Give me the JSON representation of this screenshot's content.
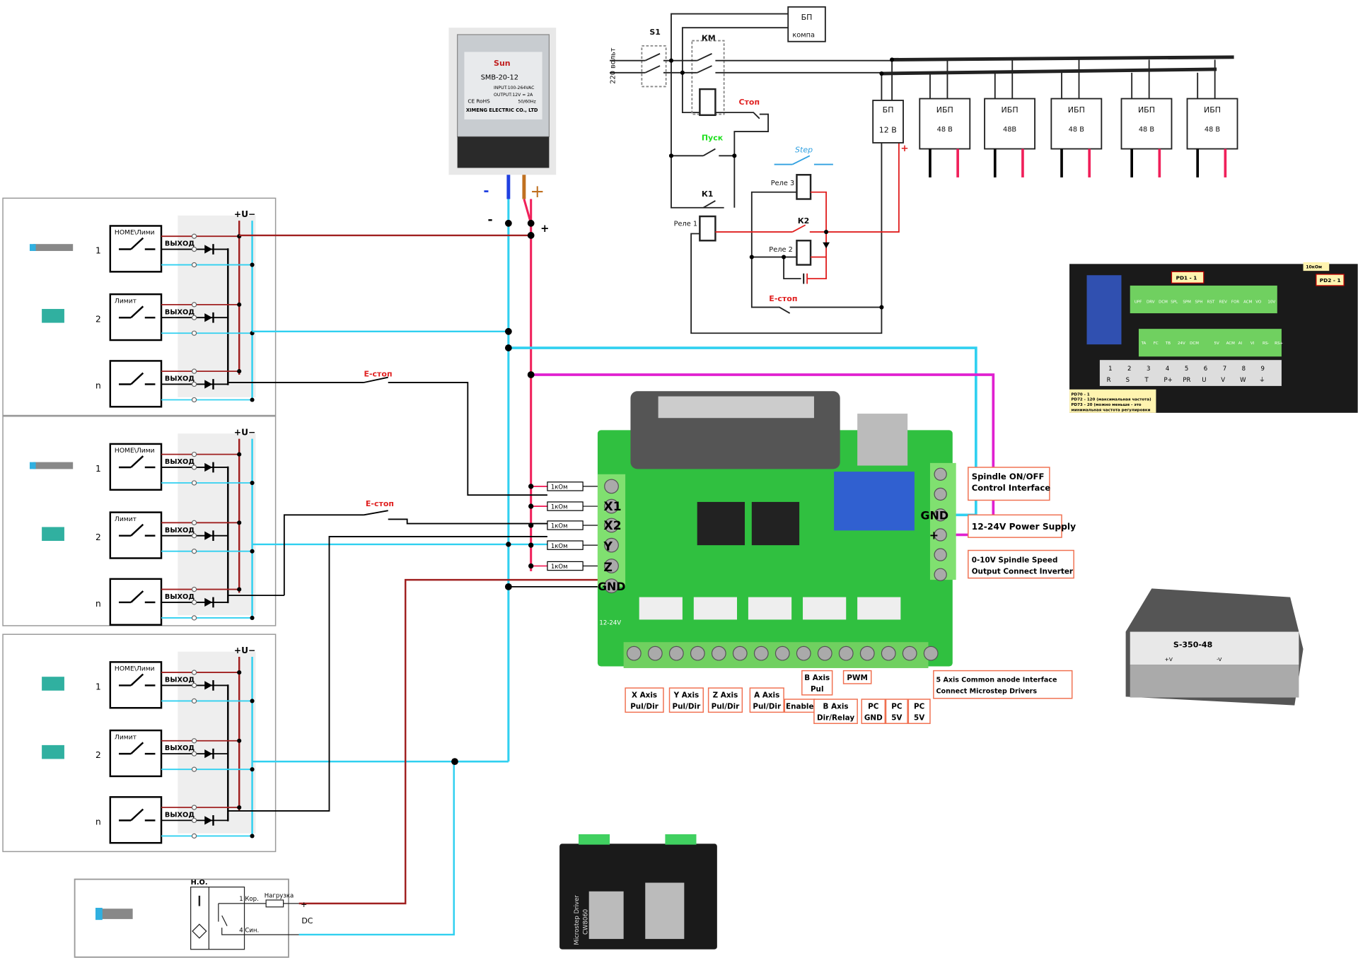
{
  "colors": {
    "red_wire": "#a02020",
    "cyan_wire": "#30d0f0",
    "magenta_wire": "#e020d0",
    "pink_wire": "#f0205a",
    "board_green": "#2fc040",
    "label_border": "#f07050",
    "step_blue": "#30a0e0",
    "start_green": "#20e020",
    "stop_red": "#e02020"
  },
  "sensor_panels": [
    {
      "rows": [
        {
          "num": "1",
          "label": "HOME\\Лими",
          "out": "ВЫХОД"
        },
        {
          "num": "2",
          "label": "Лимит",
          "out": "ВЫХОД"
        },
        {
          "num": "n",
          "label": "",
          "out": "ВЫХОД"
        }
      ],
      "supply": "+U−"
    },
    {
      "rows": [
        {
          "num": "1",
          "label": "HOME\\Лими",
          "out": "ВЫХОД"
        },
        {
          "num": "2",
          "label": "Лимит",
          "out": "ВЫХОД"
        },
        {
          "num": "n",
          "label": "",
          "out": "ВЫХОД"
        }
      ],
      "supply": "+U−"
    },
    {
      "rows": [
        {
          "num": "1",
          "label": "HOME\\Лими",
          "out": "ВЫХОД"
        },
        {
          "num": "2",
          "label": "Лимит",
          "out": "ВЫХОД"
        },
        {
          "num": "n",
          "label": "",
          "out": "ВЫХОД"
        }
      ],
      "supply": "+U−"
    }
  ],
  "estop_labels": [
    "Е-стоп",
    "Е-стоп"
  ],
  "psu12": {
    "brand": "Sun",
    "model": "SMB-20-12",
    "input": "INPUT:100-264VAC",
    "output": "OUTPUT:12V = 2A",
    "freq": "50/60Hz",
    "cert": "CE RoHS",
    "maker": "XIMENG ELECTRIC CO., LTD",
    "minus": "-",
    "plus": "+",
    "node_minus": "-",
    "node_plus": "+"
  },
  "resistors": [
    "1кОм",
    "1кОм",
    "1кОм",
    "1кОм",
    "1кОм"
  ],
  "board": {
    "inputs": [
      "X1",
      "X2",
      "Y",
      "Z",
      "GND"
    ],
    "right_terms": [
      "GND",
      "+"
    ],
    "power_label": "12-24V",
    "labels": {
      "spindle_onoff": "Spindle ON/OFF Control Interface",
      "power": "12-24V Power Supply",
      "spindle_speed": "0-10V Spindle Speed Output Connect Inverter",
      "common_anode": "5 Axis Common anode Interface Connect Microstep Drivers"
    },
    "bottom_labels": [
      {
        "l1": "X Axis",
        "l2": "Pul/Dir"
      },
      {
        "l1": "Y Axis",
        "l2": "Pul/Dir"
      },
      {
        "l1": "Z Axis",
        "l2": "Pul/Dir"
      },
      {
        "l1": "A Axis",
        "l2": "Pul/Dir"
      },
      {
        "l1": "Enable",
        "l2": ""
      },
      {
        "l1": "B Axis",
        "l2": "Pul"
      },
      {
        "l1": "B Axis",
        "l2": "Dir/Relay"
      },
      {
        "l1": "PWM",
        "l2": ""
      },
      {
        "l1": "PC",
        "l2": "GND"
      },
      {
        "l1": "PC",
        "l2": "5V"
      },
      {
        "l1": "PC",
        "l2": "5V"
      }
    ]
  },
  "control": {
    "mains": "220 вольт",
    "s1": "S1",
    "km": "КМ",
    "bp_pc_1": "БП",
    "bp_pc_2": "компа",
    "stop": "Стоп",
    "start": "Пуск",
    "step": "Step",
    "k1": "К1",
    "k2": "К2",
    "relay1": "Реле 1",
    "relay2": "Реле 2",
    "relay3": "Реле 3",
    "estop": "Е-стоп",
    "plus": "+",
    "bp12_1": "БП",
    "bp12_2": "12 В",
    "ups": [
      {
        "t": "ИБП",
        "v": "48 В"
      },
      {
        "t": "ИБП",
        "v": "48В"
      },
      {
        "t": "ИБП",
        "v": "48 В"
      },
      {
        "t": "ИБП",
        "v": "48 В"
      },
      {
        "t": "ИБП",
        "v": "48 В"
      }
    ]
  },
  "inverter": {
    "pd1": "PD1 - 1",
    "pd2": "PD2 - 1",
    "res": "10кОм",
    "top_terms": [
      "UPF",
      "DRV",
      "DCM",
      "SPL",
      "SPM",
      "SPH",
      "RST",
      "REV",
      "FOR",
      "ACM",
      "VO",
      "10V"
    ],
    "bot_terms": [
      "TA",
      "FC",
      "TB",
      "24V",
      "DCM",
      "",
      "5V",
      "ACM",
      "AI",
      "VI",
      "RS-",
      "RS+"
    ],
    "power_nums": [
      "1",
      "2",
      "3",
      "4",
      "5",
      "6",
      "7",
      "8",
      "9"
    ],
    "power_terms": [
      "R",
      "S",
      "T",
      "P+",
      "PR",
      "U",
      "V",
      "W",
      "⏚"
    ],
    "notes": [
      "PD70 - 1",
      "PD72 - 120 (максимальная частота)",
      "PD73 - 20 (можно меньше - это",
      "минимальная частота регулировки"
    ]
  },
  "psu48": {
    "model": "S-350-48",
    "terms": [
      "+V",
      "-V"
    ]
  },
  "driver": {
    "title": "Microstep Driver",
    "model": "CW8060"
  },
  "no_sensor": {
    "type": "Н.О.",
    "pin1": "1 Кор.",
    "load": "Нагрузка",
    "pin4": "4 Син.",
    "dc": "DC",
    "plus": "+"
  }
}
